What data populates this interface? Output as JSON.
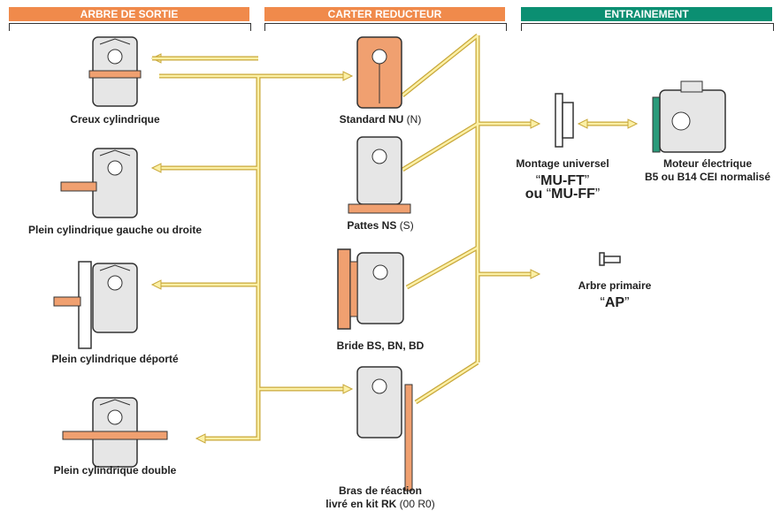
{
  "headers": {
    "output": "ARBRE DE SORTIE",
    "housing": "CARTER REDUCTEUR",
    "drive": "ENTRAINEMENT"
  },
  "output_shafts": [
    {
      "label": "Creux cylindrique"
    },
    {
      "label": "Plein cylindrique gauche ou droite"
    },
    {
      "label": "Plein cylindrique déporté"
    },
    {
      "label": "Plein cylindrique double"
    }
  ],
  "housings": {
    "standard": {
      "label": "Standard NU",
      "code": "(N)"
    },
    "feet": {
      "label": "Pattes NS",
      "code": "(S)"
    },
    "flange": {
      "label": "Bride BS, BN, BD"
    },
    "torque_arm": {
      "line1": "Bras de réaction",
      "line2": "livré en kit RK",
      "code": "(00 R0)"
    }
  },
  "drive": {
    "universal": {
      "line1": "Montage universel",
      "q1": "“",
      "code1": "MU-FT",
      "q2": "”",
      "ou": "ou ",
      "code2": "MU-FF"
    },
    "motor": {
      "line1": "Moteur électrique",
      "line2": "B5 ou B14 CEI normalisé"
    },
    "input_shaft": {
      "line1": "Arbre primaire",
      "code": "AP"
    }
  },
  "colors": {
    "orange_header": "#f08a4b",
    "green_header": "#0b8f72",
    "arrow_fill": "#fbf0a6",
    "arrow_stroke": "#c9a83a",
    "part_orange": "#f0a070",
    "part_grey": "#e6e6e6",
    "motor_green": "#2a9a7a"
  }
}
